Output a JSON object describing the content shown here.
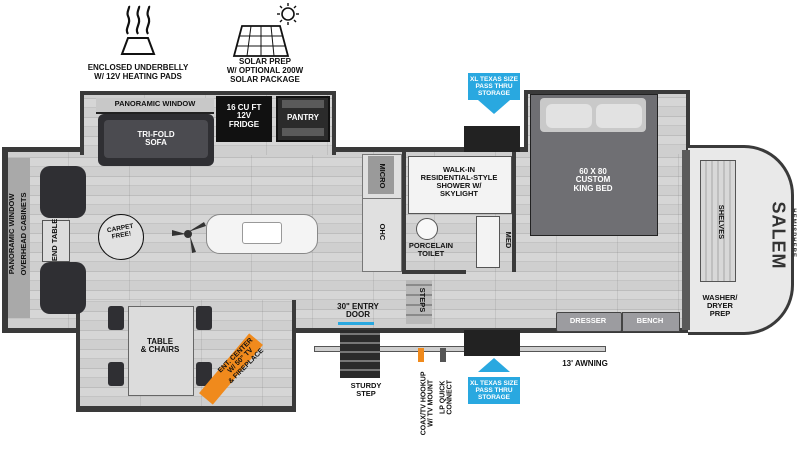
{
  "colors": {
    "accent_blue": "#29a8e0",
    "wall": "#3a3a3a",
    "furniture_dark": "#2f2f33",
    "orange_stripe": "#f08a1c"
  },
  "header": {
    "underbelly": [
      "ENCLOSED UNDERBELLY",
      "W/ 12V HEATING PADS"
    ],
    "solar": [
      "SOLAR PREP",
      "W/ OPTIONAL 200W",
      "SOLAR PACKAGE"
    ]
  },
  "storage_top": [
    "XL TEXAS SIZE",
    "PASS THRU",
    "STORAGE"
  ],
  "storage_bottom": [
    "XL TEXAS SIZE",
    "PASS THRU",
    "STORAGE"
  ],
  "rooms": {
    "panoramic_window_top": "PANORAMIC WINDOW",
    "fridge": [
      "16 CU FT",
      "12V",
      "FRIDGE"
    ],
    "pantry": "PANTRY",
    "sofa": [
      "TRI-FOLD",
      "SOFA"
    ],
    "panoramic_window_side": "PANORAMIC WINDOW",
    "overhead_cabinets": "OVERHEAD CABINETS",
    "end_table": [
      "END",
      "TABLE"
    ],
    "carpet_free": [
      "CARPET",
      "FREE!"
    ],
    "micro": "MICRO",
    "ohc": "OHC",
    "shower": [
      "WALK-IN",
      "RESIDENTIAL-STYLE",
      "SHOWER W/",
      "SKYLIGHT"
    ],
    "porcelain_toilet": [
      "PORCELAIN",
      "TOILET"
    ],
    "med": "MED",
    "steps": "STEPS",
    "bed": [
      "60 X 80",
      "CUSTOM",
      "KING BED"
    ],
    "shelves": "SHELVES",
    "washer_dryer": [
      "WASHER/",
      "DRYER",
      "PREP"
    ],
    "dresser": "DRESSER",
    "bench": "BENCH",
    "table_chairs": [
      "TABLE",
      "& CHAIRS"
    ],
    "ent_center": [
      "ENT. CENTER",
      "W/ 50\" TV",
      "& FIREPLACE"
    ],
    "entry_door": [
      "30\" ENTRY",
      "DOOR"
    ],
    "sturdy_step": [
      "STURDY",
      "STEP"
    ],
    "awning": "13' AWNING",
    "coax": [
      "COAX/TV HOOKUP",
      "W/ TV MOUNT"
    ],
    "lp": [
      "LP QUICK",
      "CONNECT"
    ]
  },
  "brand": {
    "name": "SALEM",
    "sub": "HEMISPHERE"
  },
  "icons": [
    "heat-waves-icon",
    "solar-panel-icon",
    "ceiling-fan-icon",
    "carpet-free-icon",
    "sink-icon"
  ]
}
